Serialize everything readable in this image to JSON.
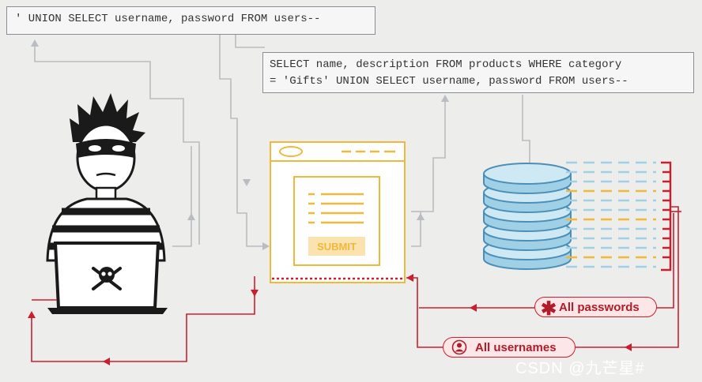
{
  "query_injection": "' UNION SELECT username, password FROM users--",
  "query_full": {
    "line1": "SELECT name, description FROM products WHERE category",
    "line2": "= 'Gifts' UNION SELECT username, password FROM users--"
  },
  "form": {
    "submit_label": "SUBMIT"
  },
  "results": {
    "passwords_label": "All passwords",
    "usernames_label": "All usernames"
  },
  "watermark": "CSDN @九芒星#",
  "colors": {
    "accent_red": "#cc1f2e",
    "form_orange": "#f0b93c",
    "db_blue": "#9fd0e6",
    "path_gray": "#b9bcc0"
  },
  "icons": [
    "hacker-icon",
    "skull-icon",
    "database-icon",
    "asterisk-icon",
    "user-icon"
  ]
}
